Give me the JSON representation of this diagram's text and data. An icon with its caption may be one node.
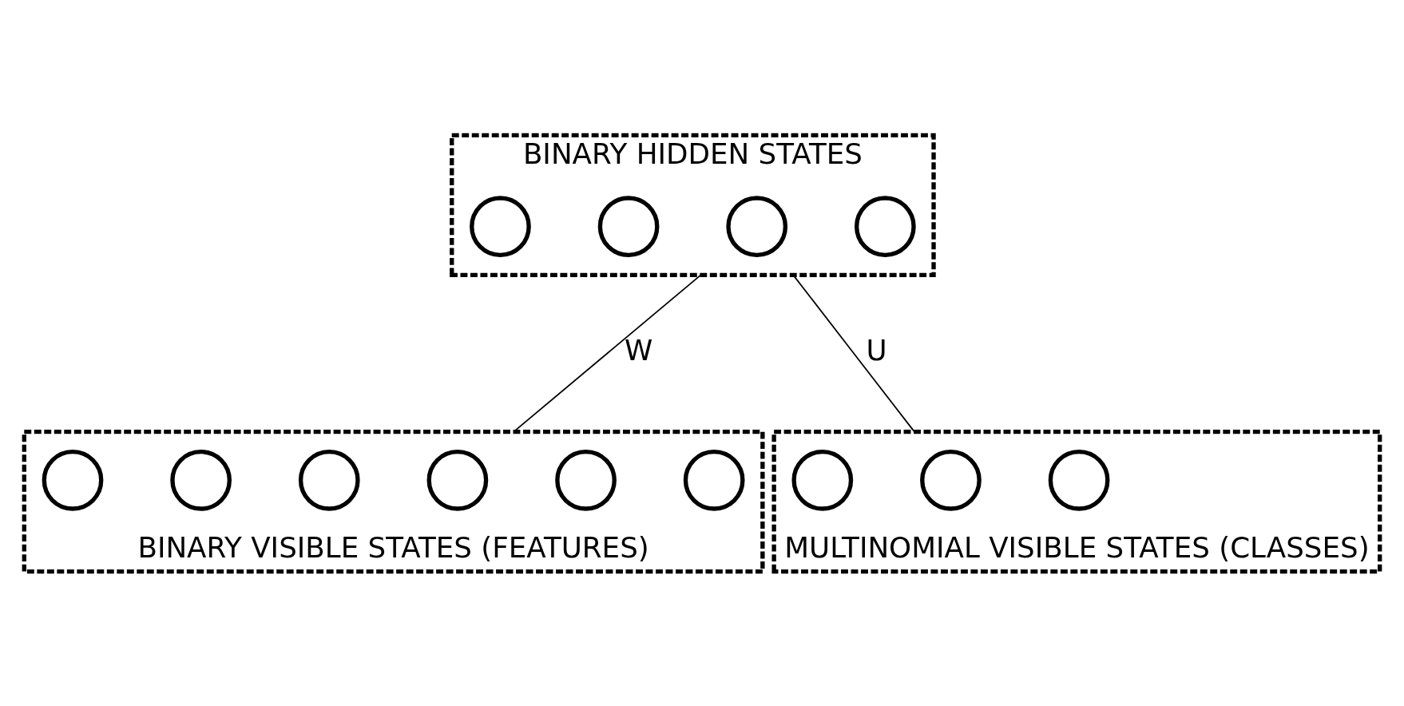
{
  "diagram": {
    "nodes": [
      {
        "text": [
          "BINARY HIDDEN STATES"
        ]
      },
      {
        "text": [],
        "shape": "circle",
        "in": 0
      },
      {
        "text": [],
        "shape": "circle",
        "in": 0
      },
      {
        "text": [],
        "shape": "circle",
        "in": 0
      },
      {
        "text": [],
        "shape": "circle",
        "in": 0
      },
      {
        "text": [
          "BINARY VISIBLE STATES (FEATURES)"
        ]
      },
      {
        "text": [],
        "shape": "circle",
        "in": 5
      },
      {
        "text": [],
        "shape": "circle",
        "in": 5
      },
      {
        "text": [],
        "shape": "circle",
        "in": 5
      },
      {
        "text": [],
        "shape": "circle",
        "in": 5
      },
      {
        "text": [],
        "shape": "circle",
        "in": 5
      },
      {
        "text": [],
        "shape": "circle",
        "in": 5
      },
      {
        "text": [
          "MULTINOMIAL VISIBLE STATES (CLASSES)"
        ]
      },
      {
        "text": [],
        "shape": "circle",
        "in": 12
      },
      {
        "text": [],
        "shape": "circle",
        "in": 12
      },
      {
        "text": [],
        "shape": "circle",
        "in": 12
      }
    ],
    "edges": [
      {
        "from": 0,
        "to": 5,
        "arrow": "none",
        "label": "W"
      },
      {
        "from": 0,
        "to": 12,
        "arrow": "none",
        "label": "U"
      }
    ]
  }
}
